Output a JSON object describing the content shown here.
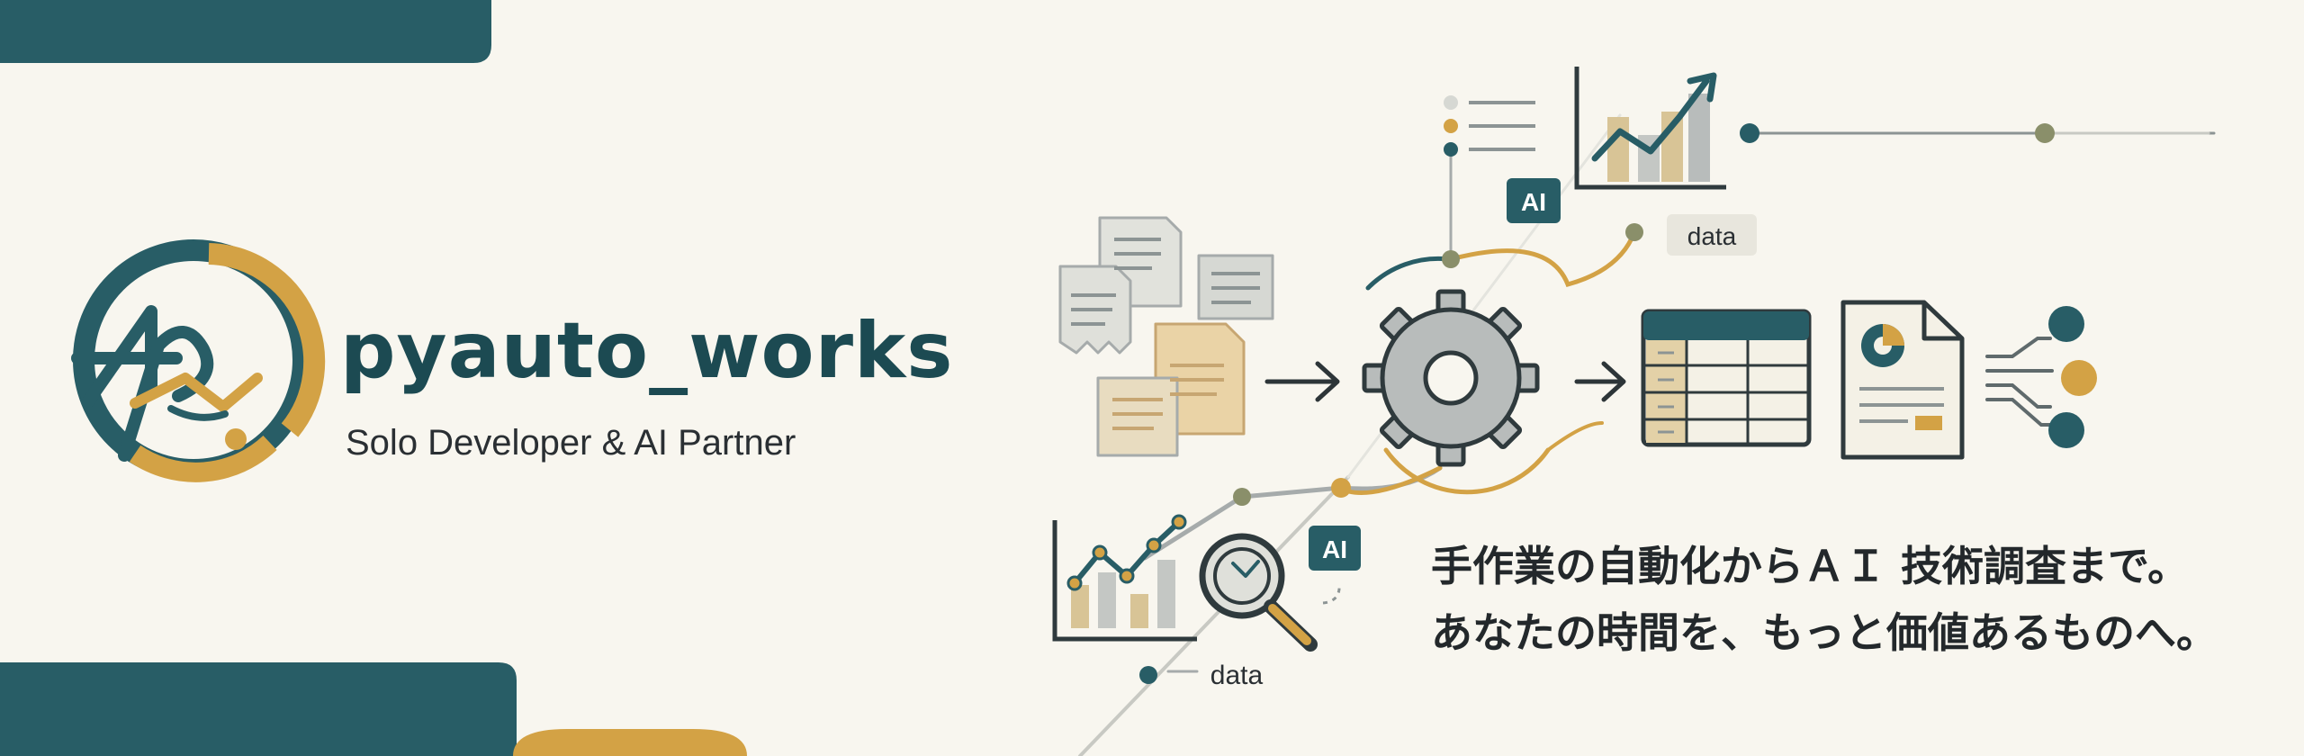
{
  "brand": {
    "name": "pyauto_works",
    "subtitle": "Solo Developer & AI Partner"
  },
  "tagline": {
    "line1": "手作業の自動化からＡＩ 技術調査まで。",
    "line2": "あなたの時間を、もっと価値あるものへ。"
  },
  "labels": {
    "ai_top": "AI",
    "ai_bottom": "AI",
    "data_top": "data",
    "data_bottom": "data"
  },
  "colors": {
    "background": "#f8f6ef",
    "teal": "#285d66",
    "gold": "#d3a245",
    "grey": "#a6abab",
    "paper_gold": "#ead3a6"
  },
  "icons": [
    "logo-emblem",
    "document-stack-icon",
    "gear-icon",
    "spreadsheet-icon",
    "report-pie-icon",
    "bar-line-chart-icon",
    "magnifier-icon",
    "arrow-right-icon",
    "node-branch-icon"
  ]
}
